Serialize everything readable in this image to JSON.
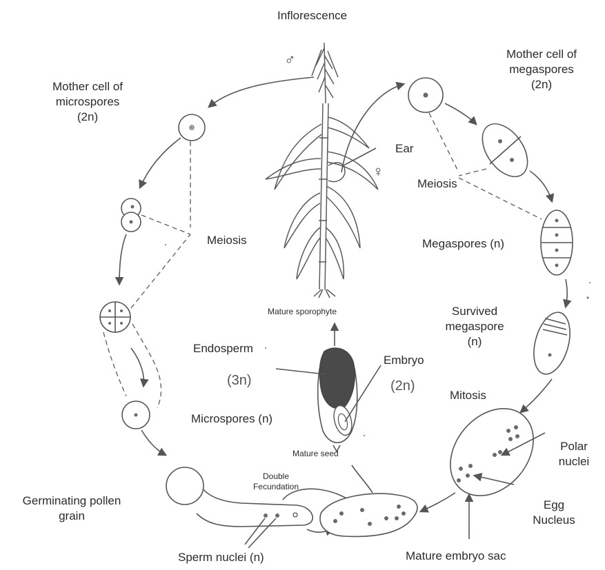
{
  "labels": {
    "inflorescence": "Inflorescence",
    "male_symbol": "♂",
    "female_symbol": "♀",
    "mother_cell_microspores_1": "Mother cell of",
    "mother_cell_microspores_2": "microspores",
    "mother_cell_microspores_3": "(2n)",
    "mother_cell_megaspores_1": "Mother cell of",
    "mother_cell_megaspores_2": "megaspores",
    "mother_cell_megaspores_3": "(2n)",
    "ear": "Ear",
    "meiosis_left": "Meiosis",
    "meiosis_right": "Meiosis",
    "megaspores": "Megaspores (n)",
    "mature_sporophyte": "Mature sporophyte",
    "survived_megaspore_1": "Survived",
    "survived_megaspore_2": "megaspore",
    "survived_megaspore_3": "(n)",
    "endosperm": "Endosperm",
    "endosperm_ploidy": "(3n)",
    "embryo": "Embryo",
    "embryo_ploidy": "(2n)",
    "mitosis": "Mitosis",
    "microspores": "Microspores (n)",
    "mature_seed": "Mature seed",
    "polar_nuclei_1": "Polar",
    "polar_nuclei_2": "nuclei",
    "double_fecundation_1": "Double",
    "double_fecundation_2": "Fecundation",
    "germinating_pollen_1": "Germinating pollen",
    "germinating_pollen_2": "grain",
    "egg_nucleus_1": "Egg",
    "egg_nucleus_2": "Nucleus",
    "sperm_nuclei": "Sperm nuclei (n)",
    "mature_embryo_sac": "Mature embryo sac"
  },
  "colors": {
    "line": "#555555",
    "text": "#2b2b2b",
    "endosperm_fill": "#4a4a4a",
    "plant": "#5a5a5a"
  }
}
